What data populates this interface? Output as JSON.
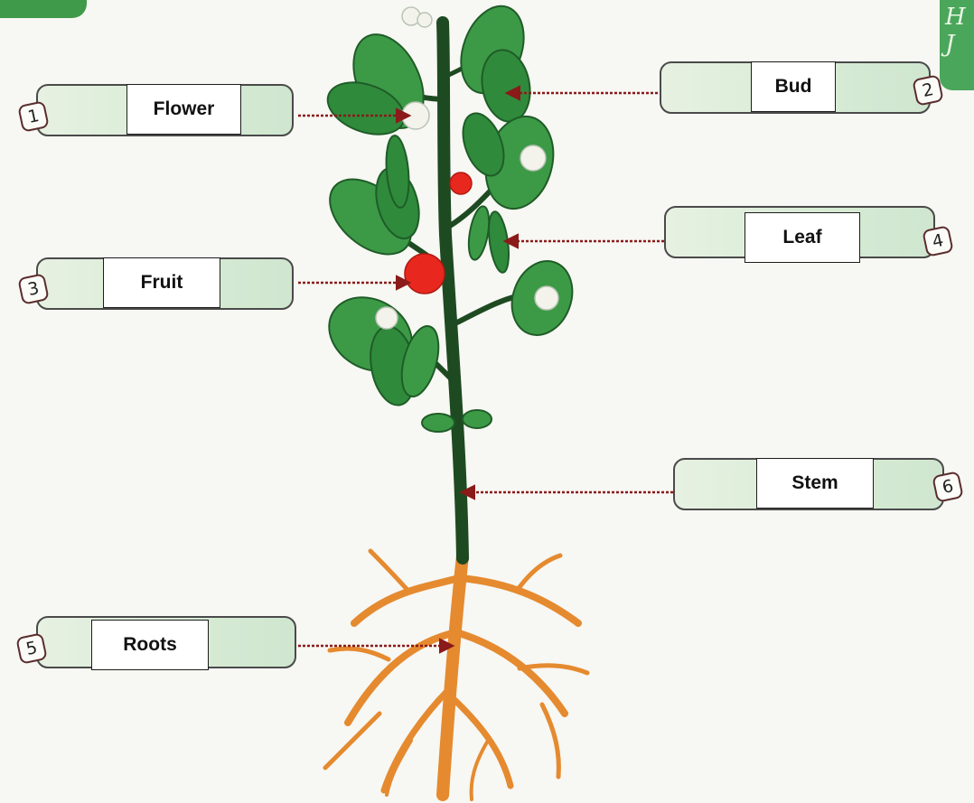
{
  "labels": [
    {
      "number": "1",
      "answer": "Flower"
    },
    {
      "number": "2",
      "answer": "Bud"
    },
    {
      "number": "3",
      "answer": "Fruit"
    },
    {
      "number": "4",
      "answer": "Leaf"
    },
    {
      "number": "5",
      "answer": "Roots"
    },
    {
      "number": "6",
      "answer": "Stem"
    }
  ],
  "corner_text": {
    "line1": "H",
    "line2": "J"
  },
  "colors": {
    "leaf": "#2f8a3c",
    "leaf_dark": "#1f5c27",
    "stem": "#1e4a22",
    "fruit": "#e8281e",
    "root": "#e58a2f",
    "arrow": "#8b1a1a",
    "pill_border": "#4a4a4a"
  }
}
